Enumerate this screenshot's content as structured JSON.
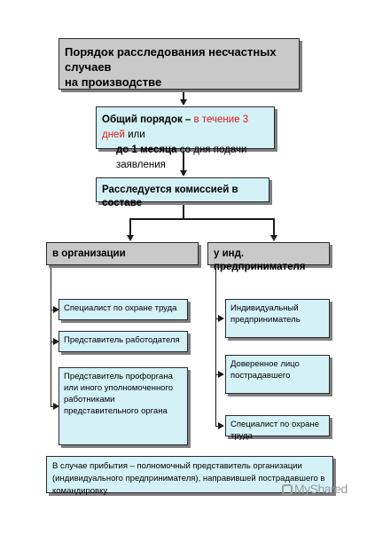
{
  "title": {
    "line1": "Порядок расследования несчастных случаев",
    "line2": "на производстве"
  },
  "general": {
    "prefix": "Общий порядок –",
    "highlight": "в течение 3 дней",
    "or": "или",
    "line2_bold": "до 1 месяца",
    "line2_rest": "со дня подачи заявления",
    "highlight_color": "#e01a1a"
  },
  "commission": {
    "label": "Расследуется комиссией в составе"
  },
  "branches": {
    "organization": "в организации",
    "entrepreneur": "у инд. предпринимателя"
  },
  "organization_members": [
    "Специалист по охране труда",
    "Представитель работодателя",
    "Представитель профоргана или иного уполномоченного работниками представительного органа"
  ],
  "entrepreneur_members": [
    "Индивидуальный предприниматель",
    "Доверенное лицо пострадавшего",
    "Специалист по охране труда"
  ],
  "note": "В случае прибытия – полномочный представитель организации (индивидуального предпринимателя), направившей пострадавшего в командировку",
  "watermark": "MyShared",
  "colors": {
    "header_fill": "#c9c9c9",
    "member_fill": "#d4f1f8"
  }
}
